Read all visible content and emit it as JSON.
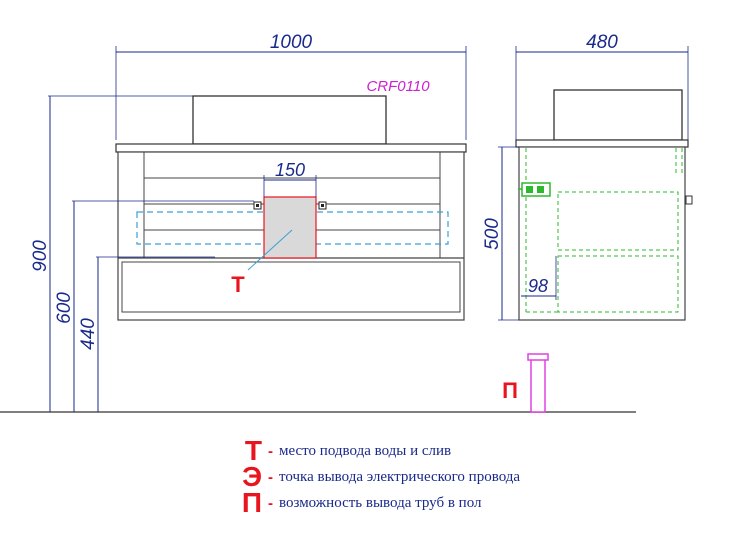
{
  "dimensions": {
    "width_front": "1000",
    "depth_side": "480",
    "model_code": "CRF0110",
    "height_total": "900",
    "height_600": "600",
    "height_440": "440",
    "water_width": "150",
    "side_500": "500",
    "side_98": "98"
  },
  "markers": {
    "T": "Т",
    "P": "П"
  },
  "legend": [
    {
      "letter": "Т",
      "dash": "-",
      "text": "место подвода воды и слив"
    },
    {
      "letter": "Э",
      "dash": "-",
      "text": "точка вывода электрического провода"
    },
    {
      "letter": "П",
      "dash": "-",
      "text": "возможность вывода труб в пол"
    }
  ],
  "colors": {
    "dimension_blue": "#1a2a8c",
    "marker_red": "#e8141e",
    "model_magenta": "#cc22cc",
    "zone_cyan": "#3aa0d8",
    "electric_green": "#2db82d",
    "pipe_magenta": "#e040e0",
    "outline_gray": "#555555"
  }
}
